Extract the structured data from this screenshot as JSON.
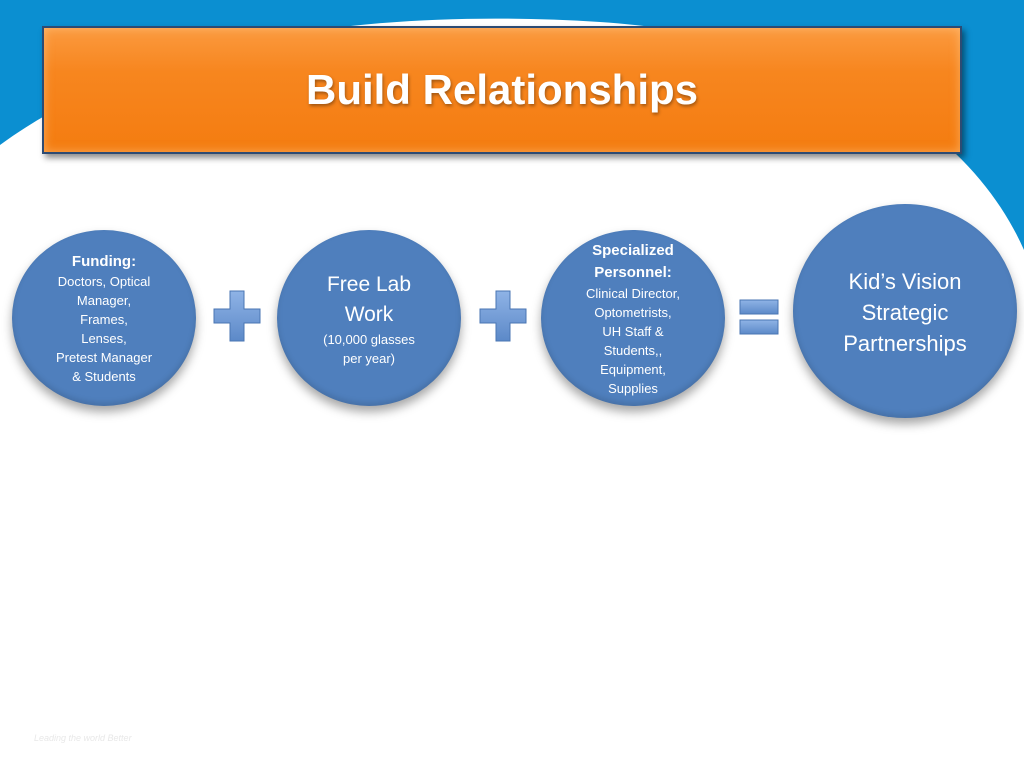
{
  "title": "Build Relationships",
  "colors": {
    "banner": "#f7861f",
    "circle": "#4f7fbd",
    "background_swoosh": "#0b8fd1",
    "operator": "#6f9bd8"
  },
  "nodes": [
    {
      "heading": "Funding:",
      "lines": [
        "Doctors, Optical",
        "Manager,",
        "Frames,",
        "Lenses,",
        "Pretest Manager",
        "& Students"
      ]
    },
    {
      "heading_lines": [
        "Free Lab",
        "Work"
      ],
      "lines": [
        "(10,000 glasses",
        "per year)"
      ]
    },
    {
      "heading_lines": [
        "Specialized",
        "Personnel:"
      ],
      "lines": [
        "Clinical Director,",
        "Optometrists,",
        "UH Staff &",
        "Students,,",
        "Equipment,",
        "Supplies"
      ]
    },
    {
      "lines": [
        "Kid’s Vision",
        "Strategic",
        "Partnerships"
      ]
    }
  ],
  "operators": {
    "plus_1": "plus-icon",
    "plus_2": "plus-icon",
    "equals": "equals-icon"
  },
  "footer": "Leading the world Better"
}
